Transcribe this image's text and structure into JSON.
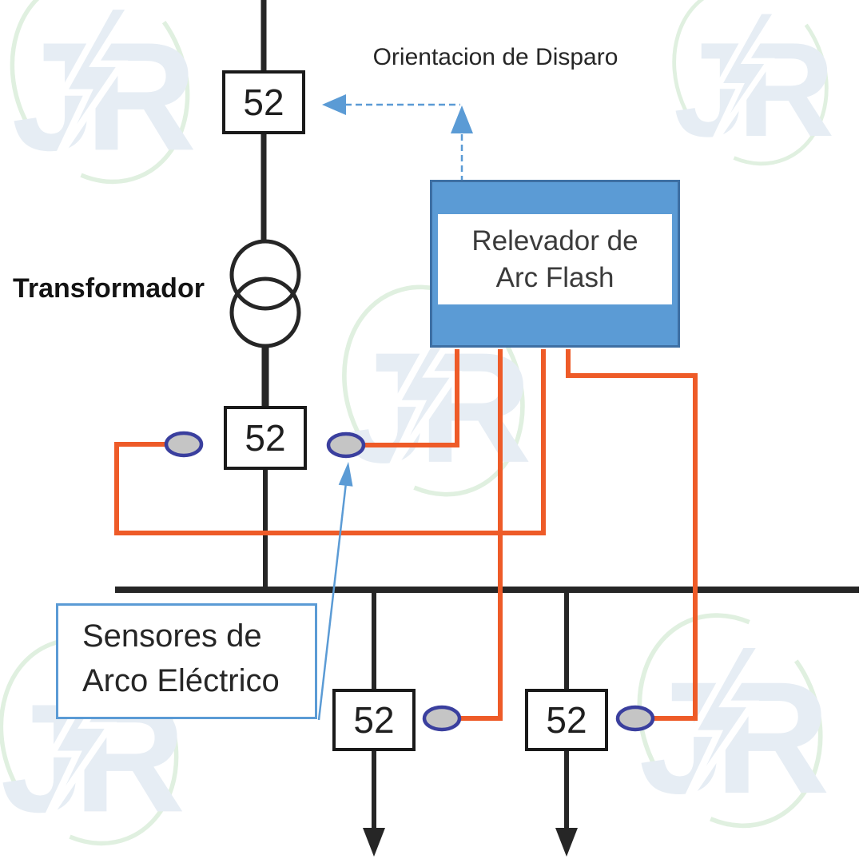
{
  "watermark": {
    "letter_j": "J",
    "letter_r": "R",
    "count": 5
  },
  "labels": {
    "trip_note": "Orientacion de Disparo",
    "transformer": "Transformador",
    "relay": {
      "line1": "Relevador de",
      "line2": "Arc Flash"
    },
    "sensors": {
      "line1": "Sensores de",
      "line2": "Arco Eléctrico"
    }
  },
  "breakers": [
    {
      "label": "52"
    },
    {
      "label": "52"
    },
    {
      "label": "52"
    },
    {
      "label": "52"
    }
  ],
  "colors": {
    "relay_fill": "#5B9BD5",
    "relay_border": "#3E6FA3",
    "accent_blue": "#5B9BD5",
    "wire_orange": "#EE5B28",
    "sensor_fill": "#C5C5C5",
    "sensor_stroke": "#3A3F9E",
    "line_black": "#262626",
    "watermark_letters": "#E6EDF4",
    "watermark_ring": "#E0F0E0"
  }
}
